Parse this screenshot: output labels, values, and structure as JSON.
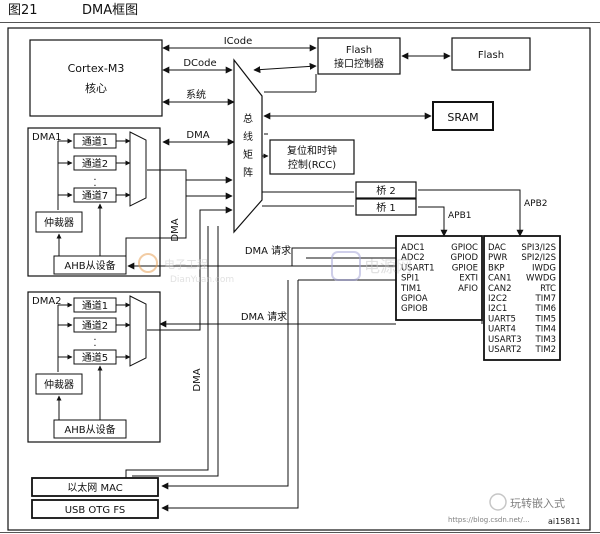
{
  "figure": {
    "number": "图21",
    "title": "DMA框图",
    "ref_id": "ai15811"
  },
  "blocks": {
    "cortex": [
      "Cortex-M3",
      "核心"
    ],
    "flash_if": [
      "Flash",
      "接口控制器"
    ],
    "flash": "Flash",
    "sram": "SRAM",
    "bus_matrix": [
      "总",
      "线",
      "矩",
      "阵"
    ],
    "rcc": [
      "复位和时钟",
      "控制(RCC)"
    ],
    "bridge2": "桥 2",
    "bridge1": "桥 1",
    "dma1": {
      "name": "DMA1",
      "channels": [
        "通道1",
        "通道2",
        "通道7"
      ],
      "arbiter": "仲裁器",
      "ahb_slave": "AHB从设备"
    },
    "dma2": {
      "name": "DMA2",
      "channels": [
        "通道1",
        "通道2",
        "通道5"
      ],
      "arbiter": "仲裁器",
      "ahb_slave": "AHB从设备"
    },
    "ethernet": "以太网 MAC",
    "usb": "USB OTG FS"
  },
  "bus_labels": {
    "icode": "ICode",
    "dcode": "DCode",
    "system": "系统",
    "dma": "DMA",
    "dma_vertical_1": "DMA",
    "dma_vertical_2": "DMA",
    "dma_request_1": "DMA 请求",
    "dma_request_2": "DMA 请求",
    "apb1": "APB1",
    "apb2": "APB2"
  },
  "apb1_peripherals": {
    "left": [
      "ADC1",
      "ADC2",
      "USART1",
      "SPI1",
      "TIM1",
      "GPIOA",
      "GPIOB"
    ],
    "right": [
      "GPIOC",
      "GPIOD",
      "GPIOE",
      "EXTI",
      "AFIO"
    ]
  },
  "apb2_peripherals": {
    "left": [
      "DAC",
      "PWR",
      "BKP",
      "CAN1",
      "CAN2",
      "I2C2",
      "I2C1",
      "UART5",
      "UART4",
      "USART3",
      "USART2"
    ],
    "right": [
      "SPI3/I2S",
      "SPI2/I2S",
      "IWDG",
      "WWDG",
      "RTC",
      "TIM7",
      "TIM6",
      "TIM5",
      "TIM4",
      "TIM3",
      "TIM2"
    ]
  },
  "watermarks": {
    "site_cn": "电子工程",
    "site_en": "DianYuan.com",
    "center": "电源网",
    "author": "玩转嵌入式",
    "url": "https://blog.csdn.net/..."
  }
}
